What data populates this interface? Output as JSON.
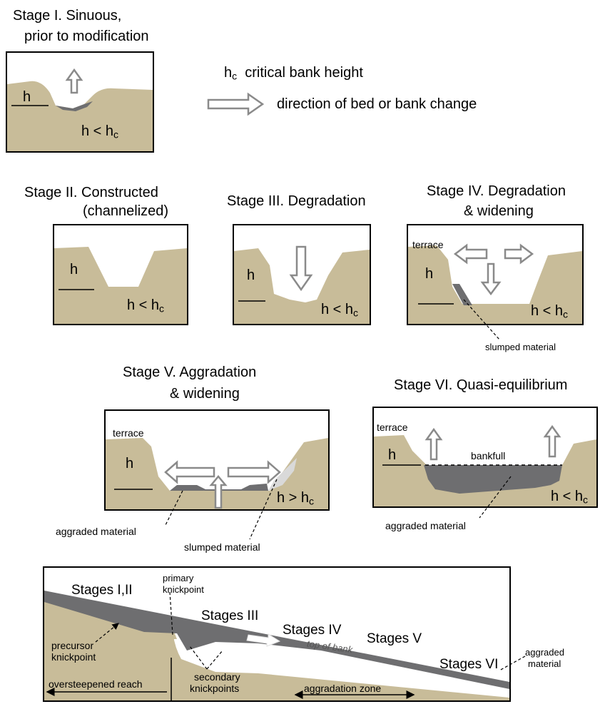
{
  "colors": {
    "soil": "#c8bc99",
    "sediment": "#6e6e70",
    "arrow_outline": "#8a8a8a",
    "slump_light": "#d9d9d9"
  },
  "legend": {
    "hc_symbol": "h",
    "hc_sub": "c",
    "hc_text": "critical bank height",
    "arrow_text": "direction of bed or bank change"
  },
  "stage1": {
    "title_line1": "Stage I. Sinuous,",
    "title_line2": "prior to modification",
    "h": "h",
    "cond": "h < h",
    "cond_sub": "c"
  },
  "stage2": {
    "title_line1": "Stage II. Constructed",
    "title_line2": "(channelized)",
    "h": "h",
    "cond": "h < h",
    "cond_sub": "c"
  },
  "stage3": {
    "title": "Stage III. Degradation",
    "h": "h",
    "cond": "h < h",
    "cond_sub": "c"
  },
  "stage4": {
    "title_line1": "Stage IV. Degradation",
    "title_line2": "& widening",
    "terrace": "terrace",
    "h": "h",
    "cond": "h < h",
    "cond_sub": "c",
    "slumped": "slumped material"
  },
  "stage5": {
    "title_line1": "Stage V. Aggradation",
    "title_line2": "& widening",
    "terrace": "terrace",
    "h": "h",
    "cond": "h > h",
    "cond_sub": "c",
    "aggraded": "aggraded material",
    "slumped": "slumped material"
  },
  "stage6": {
    "title": "Stage VI. Quasi-equilibrium",
    "terrace": "terrace",
    "h": "h",
    "bankfull": "bankfull",
    "cond": "h < h",
    "cond_sub": "c",
    "aggraded": "aggraded material"
  },
  "profile": {
    "stages_1_2": "Stages I,II",
    "primary_line1": "primary",
    "primary_line2": "knickpoint",
    "stages_3": "Stages III",
    "stages_4": "Stages IV",
    "stages_5": "Stages V",
    "stages_6": "Stages VI",
    "top_of_bank": "top of bank",
    "precursor_line1": "precursor",
    "precursor_line2": "knickpoint",
    "secondary_line1": "secondary",
    "secondary_line2": "knickpoints",
    "oversteepened": "oversteepened   reach",
    "aggradation_zone": "aggradation  zone",
    "aggraded_line1": "aggraded",
    "aggraded_line2": "material"
  }
}
